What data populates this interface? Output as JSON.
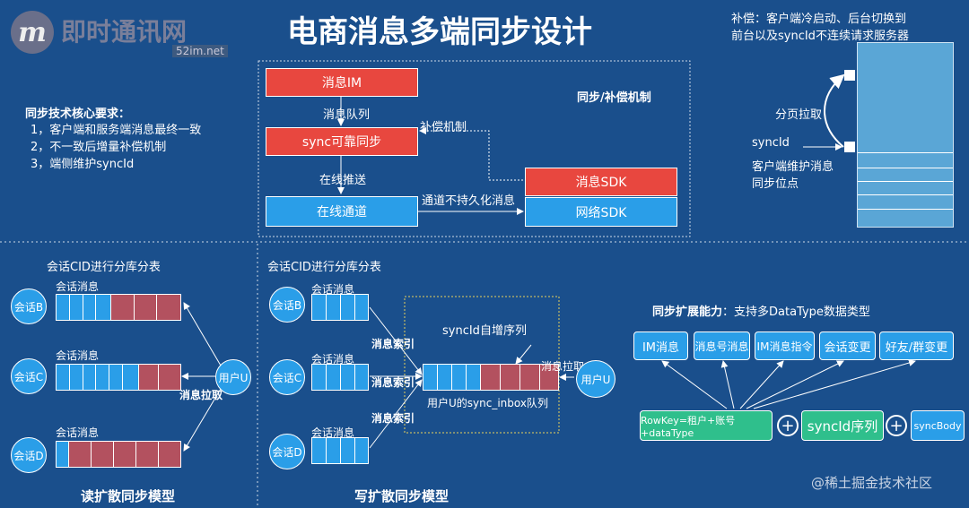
{
  "logo": {
    "main": "即时通讯网",
    "sub": "52im.net",
    "mark": "m"
  },
  "title": "电商消息多端同步设计",
  "requirements": {
    "heading": "同步技术核心要求：",
    "items": [
      "1，客户端和服务端消息最终一致",
      "2，不一致后增量补偿机制",
      "3，端侧维护syncId"
    ]
  },
  "sync_diagram": {
    "box_im": "消息IM",
    "queue_label": "消息队列",
    "box_sync": "sync可靠同步",
    "compensate_label": "补偿机制",
    "online_push": "在线推送",
    "box_channel": "在线通道",
    "nonpersist": "通道不持久化消息",
    "box_msg_sdk": "消息SDK",
    "box_net_sdk": "网络SDK",
    "mechanism_title": "同步/补偿机制"
  },
  "compensation": {
    "text_line1": "补偿：客户端冷启动、后台切换到",
    "text_line2": "前台以及syncId不连续请求服务器",
    "page_pull": "分页拉取",
    "syncid": "syncId",
    "client_line1": "客户端维护消息",
    "client_line2": "同步位点"
  },
  "read_model": {
    "heading": "会话CID进行分库分表",
    "sessions": [
      "会话B",
      "会话C",
      "会话D"
    ],
    "msg_label": "会话消息",
    "user": "用户U",
    "pull": "消息拉取",
    "title": "读扩散同步模型"
  },
  "write_model": {
    "heading": "会话CID进行分库分表",
    "sessions": [
      "会话B",
      "会话C",
      "会话D"
    ],
    "msg_label": "会话消息",
    "index": "消息索引",
    "syncid_seq": "syncId自增序列",
    "pull": "消息拉取",
    "user": "用户U",
    "inbox": "用户U的sync_inbox队列",
    "title": "写扩散同步模型"
  },
  "extension": {
    "heading_bold": "同步扩展能力",
    "heading_rest": "：支持多DataType数据类型",
    "types": [
      "IM消息",
      "消息号消息",
      "IM消息指令",
      "会话变更",
      "好友/群变更"
    ],
    "rowkey": "RowKey=租户+账号+dataType",
    "plus": "+",
    "syncid_seq": "syncId序列",
    "syncbody": "syncBody"
  },
  "watermark": "@稀土掘金技术社区",
  "colors": {
    "background": "#1a4f8c",
    "red": "#e8473f",
    "blue": "#2a9ee8",
    "green": "#2fbf8c",
    "cell_red": "#b3515f"
  }
}
